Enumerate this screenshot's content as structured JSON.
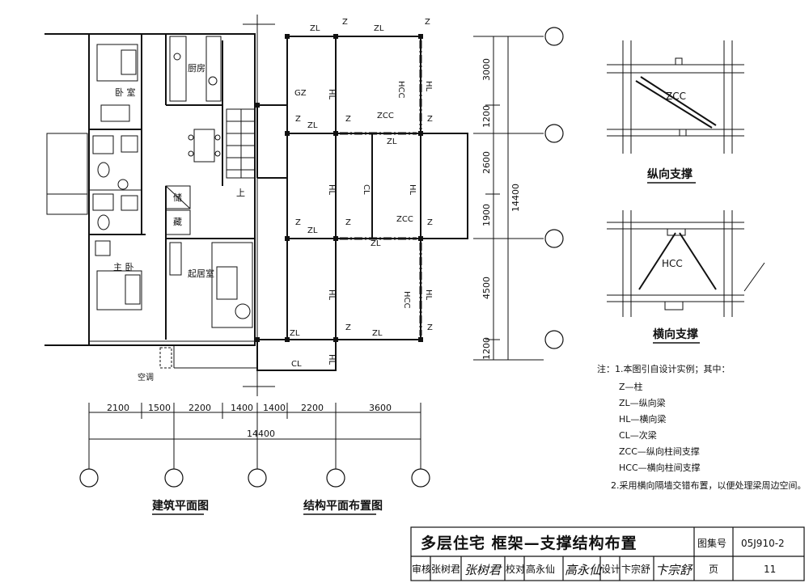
{
  "captions": {
    "arch_plan": "建筑平面图",
    "struct_plan": "结构平面布置图",
    "long_brace": "纵向支撑",
    "trans_brace": "横向支撑"
  },
  "rooms": {
    "bedroom": "卧 室",
    "kitchen": "厨房",
    "master_bedroom": "主 卧",
    "living_room": "起居室",
    "storage1": "储",
    "storage2": "藏",
    "aircon": "空调",
    "up": "上"
  },
  "members": {
    "z": "Z",
    "zl": "ZL",
    "hl": "HL",
    "cl": "CL",
    "zcc": "ZCC",
    "hcc": "HCC",
    "gz": "GZ"
  },
  "bottom_dims": [
    "2100",
    "1500",
    "2200",
    "1400",
    "1400",
    "2200",
    "3600"
  ],
  "total_dim": "14400",
  "right_dims": [
    "3000",
    "1200",
    "2600",
    "1900",
    "4500",
    "1200"
  ],
  "notes": {
    "head": "注：1.本图引自设计实例；其中：",
    "items": [
      "Z—柱",
      "ZL—纵向梁",
      "HL—横向梁",
      "CL—次梁",
      "ZCC—纵向柱间支撑",
      "HCC—横向柱间支撑"
    ],
    "item2": "2.采用横向隔墙交错布置，以便处理梁周边空间。"
  },
  "title_block": {
    "title": "多层住宅  框架—支撑结构布置",
    "atlas_label": "图集号",
    "atlas_no": "05J910-2",
    "review_label": "审核",
    "reviewer": "张树君",
    "check_label": "校对",
    "checker": "高永仙",
    "design_label": "设计",
    "designer": "卞宗舒",
    "page_label": "页",
    "page_no": "11"
  }
}
